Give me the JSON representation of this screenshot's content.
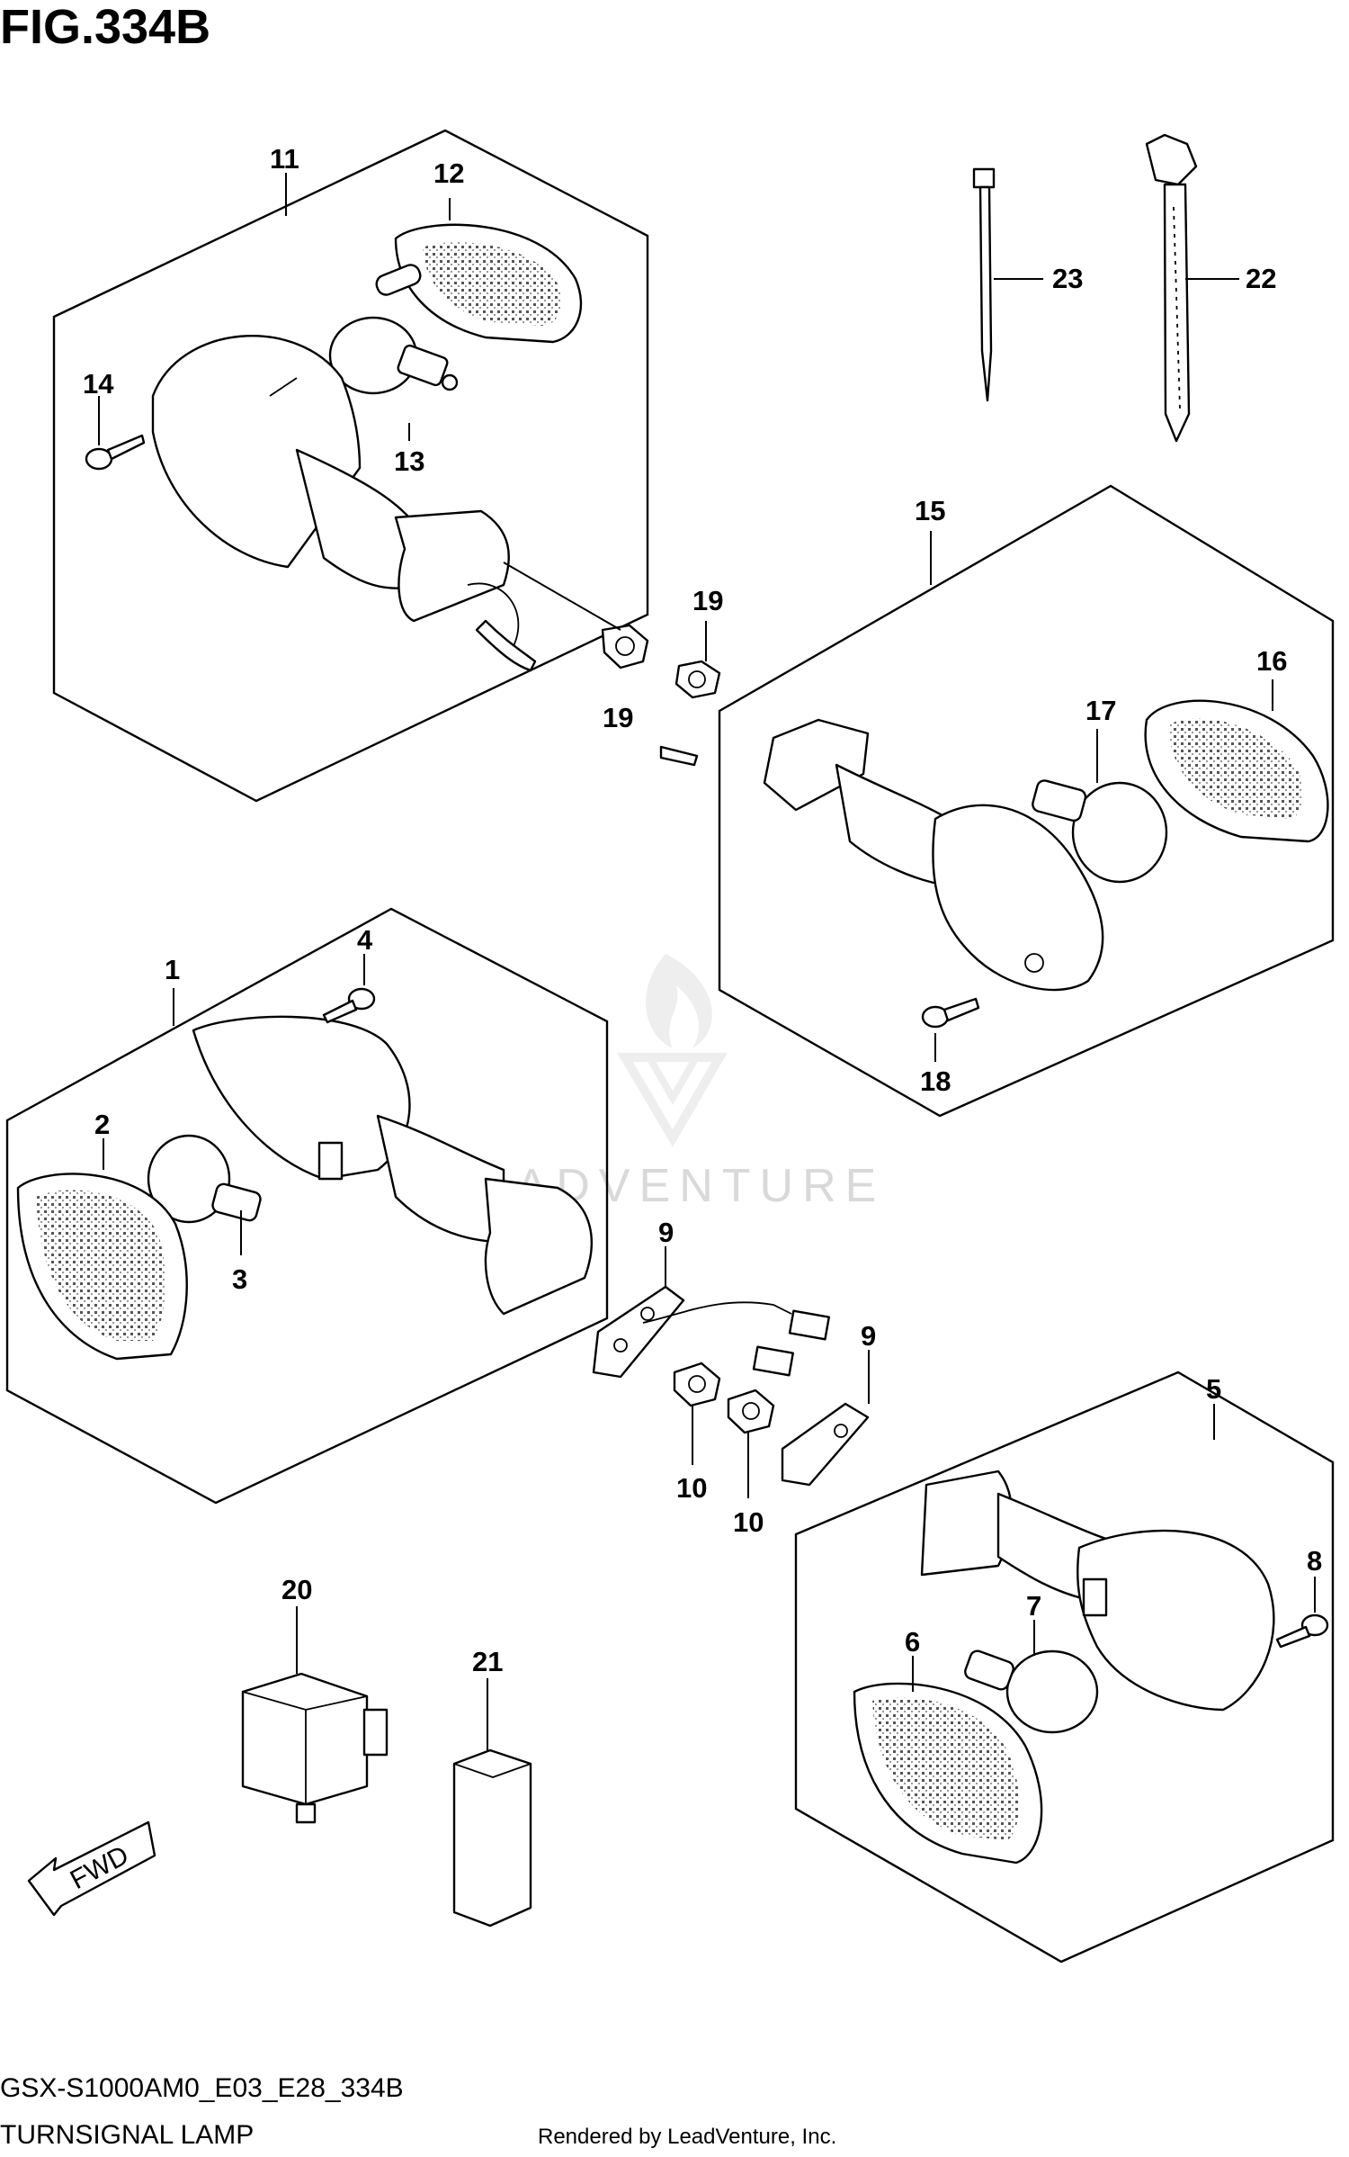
{
  "figure": {
    "title": "FIG.334B"
  },
  "footer": {
    "model_code": "GSX-S1000AM0_E03_E28_334B",
    "section_name": "TURNSIGNAL LAMP",
    "credit": "Rendered by LeadVenture, Inc."
  },
  "watermark": {
    "text": "LEADVENTURE"
  },
  "direction_arrow": {
    "label": "FWD"
  },
  "callouts": {
    "c1": "1",
    "c2": "2",
    "c3": "3",
    "c4": "4",
    "c5": "5",
    "c6": "6",
    "c7": "7",
    "c8": "8",
    "c9a": "9",
    "c9b": "9",
    "c10a": "10",
    "c10b": "10",
    "c11": "11",
    "c12": "12",
    "c13": "13",
    "c14": "14",
    "c15": "15",
    "c16": "16",
    "c17": "17",
    "c18": "18",
    "c19a": "19",
    "c19b": "19",
    "c20": "20",
    "c21": "21",
    "c22": "22",
    "c23": "23"
  },
  "icons": [
    "fwd-arrow-icon",
    "leadventure-logo-icon"
  ]
}
